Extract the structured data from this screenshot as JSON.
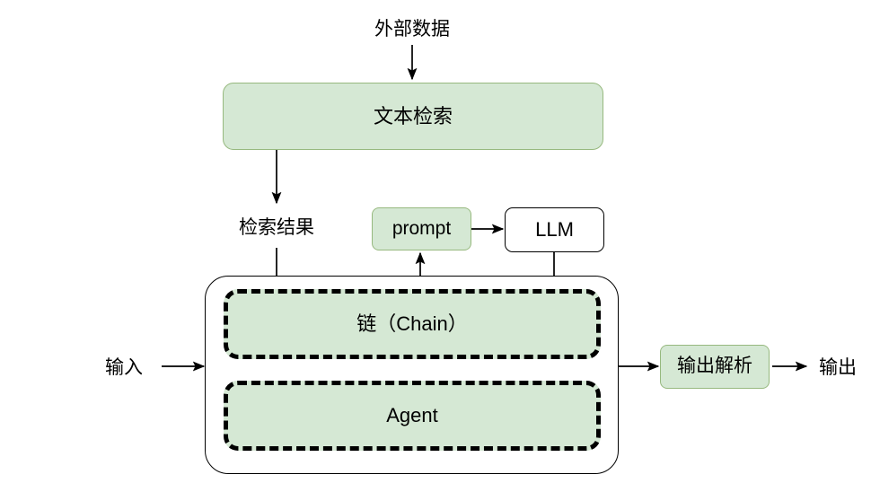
{
  "diagram": {
    "title": "LangChain architecture flow diagram",
    "colors": {
      "green_fill": "#d5e8d4",
      "green_border": "#97b97f",
      "line": "#000000",
      "background": "#ffffff"
    },
    "labels": {
      "external_data": "外部数据",
      "retrieval_result": "检索结果",
      "input": "输入",
      "output": "输出"
    },
    "nodes": {
      "text_retrieval": "文本检索",
      "prompt": "prompt",
      "llm": "LLM",
      "chain": "链（Chain）",
      "agent": "Agent",
      "output_parser": "输出解析"
    },
    "edges": [
      {
        "from": "外部数据",
        "to": "文本检索",
        "label": ""
      },
      {
        "from": "文本检索",
        "to": "检索结果",
        "label": ""
      },
      {
        "from": "检索结果",
        "to": "链（Chain）",
        "label": ""
      },
      {
        "from": "prompt",
        "to": "LLM",
        "label": ""
      },
      {
        "from": "链（Chain）",
        "to": "prompt",
        "label": ""
      },
      {
        "from": "LLM",
        "to": "链（Chain）",
        "label": ""
      },
      {
        "from": "输入",
        "to": "容器",
        "label": ""
      },
      {
        "from": "容器",
        "to": "输出解析",
        "label": ""
      },
      {
        "from": "输出解析",
        "to": "输出",
        "label": ""
      }
    ]
  }
}
